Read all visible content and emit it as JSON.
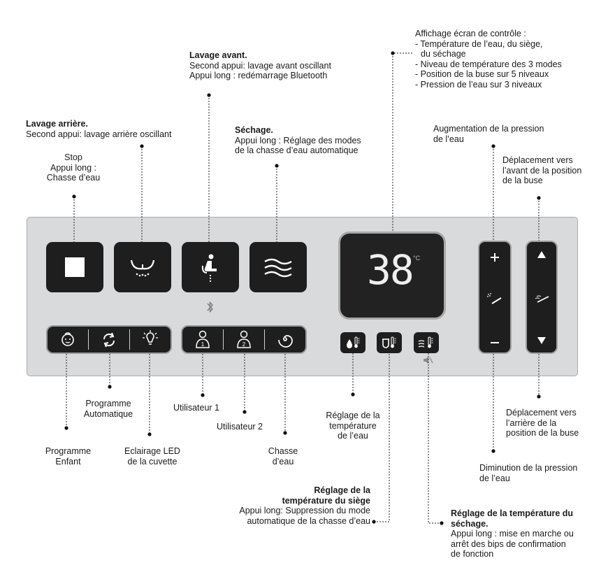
{
  "labels": {
    "rear_title": "Lavage arrière.",
    "rear_desc": "Second appui: lavage arrière oscillant",
    "stop_1": "Stop",
    "stop_2": "Appui long :",
    "stop_3": "Chasse d’eau",
    "front_title": "Lavage avant.",
    "front_desc1": "Second appui: lavage avant oscillant",
    "front_desc2": "Appui long : redémarrage Bluetooth",
    "dry_title": "Séchage.",
    "dry_desc1": "Appui long : Réglage des modes",
    "dry_desc2": "de la chasse d’eau automatique",
    "disp_1": "Affichage écran de contrôle :",
    "disp_2": "- Température de l’eau, du siège,",
    "disp_3": "du séchage",
    "disp_4": "- Niveau de température des 3 modes",
    "disp_5": "- Position de la buse sur 5 niveaux",
    "disp_6": "- Pression de l’eau sur 3 niveaux",
    "pinc_1": "Augmentation de la pression",
    "pinc_2": "de l’eau",
    "nfwd_1": "Déplacement vers",
    "nfwd_2": "l’avant de la position",
    "nfwd_3": "de la buse",
    "auto_1": "Programme",
    "auto_2": "Automatique",
    "user1": "Utilisateur 1",
    "user2": "Utilisateur 2",
    "wtemp_1": "Réglage de la",
    "wtemp_2": "température",
    "wtemp_3": "de l’eau",
    "nback_1": "Déplacement vers",
    "nback_2": "l’arrière de la",
    "nback_3": "position de la buse",
    "child_1": "Programme",
    "child_2": "Enfant",
    "led_1": "Eclairage LED",
    "led_2": "de la cuvette",
    "flush_1": "Chasse",
    "flush_2": "d’eau",
    "pdec_1": "Diminution de la pression",
    "pdec_2": "de l’eau",
    "seat_title1": "Réglage de la",
    "seat_title2": "température du siège",
    "seat_desc1": "Appui long: Suppression du mode",
    "seat_desc2": "automatique de la chasse d’eau",
    "dryt_title1": "Réglage de la température du",
    "dryt_title2": "séchage.",
    "dryt_desc1": "Appui long : mise en marche ou",
    "dryt_desc2": "arrêt des bips de confirmation",
    "dryt_desc3": "de fonction"
  },
  "display": {
    "value": "38",
    "unit": "°C"
  },
  "colors": {
    "panel": "#d9dadb",
    "button": "#1e1e1e",
    "icon": "#ffffff",
    "text": "#1a1a1a"
  }
}
